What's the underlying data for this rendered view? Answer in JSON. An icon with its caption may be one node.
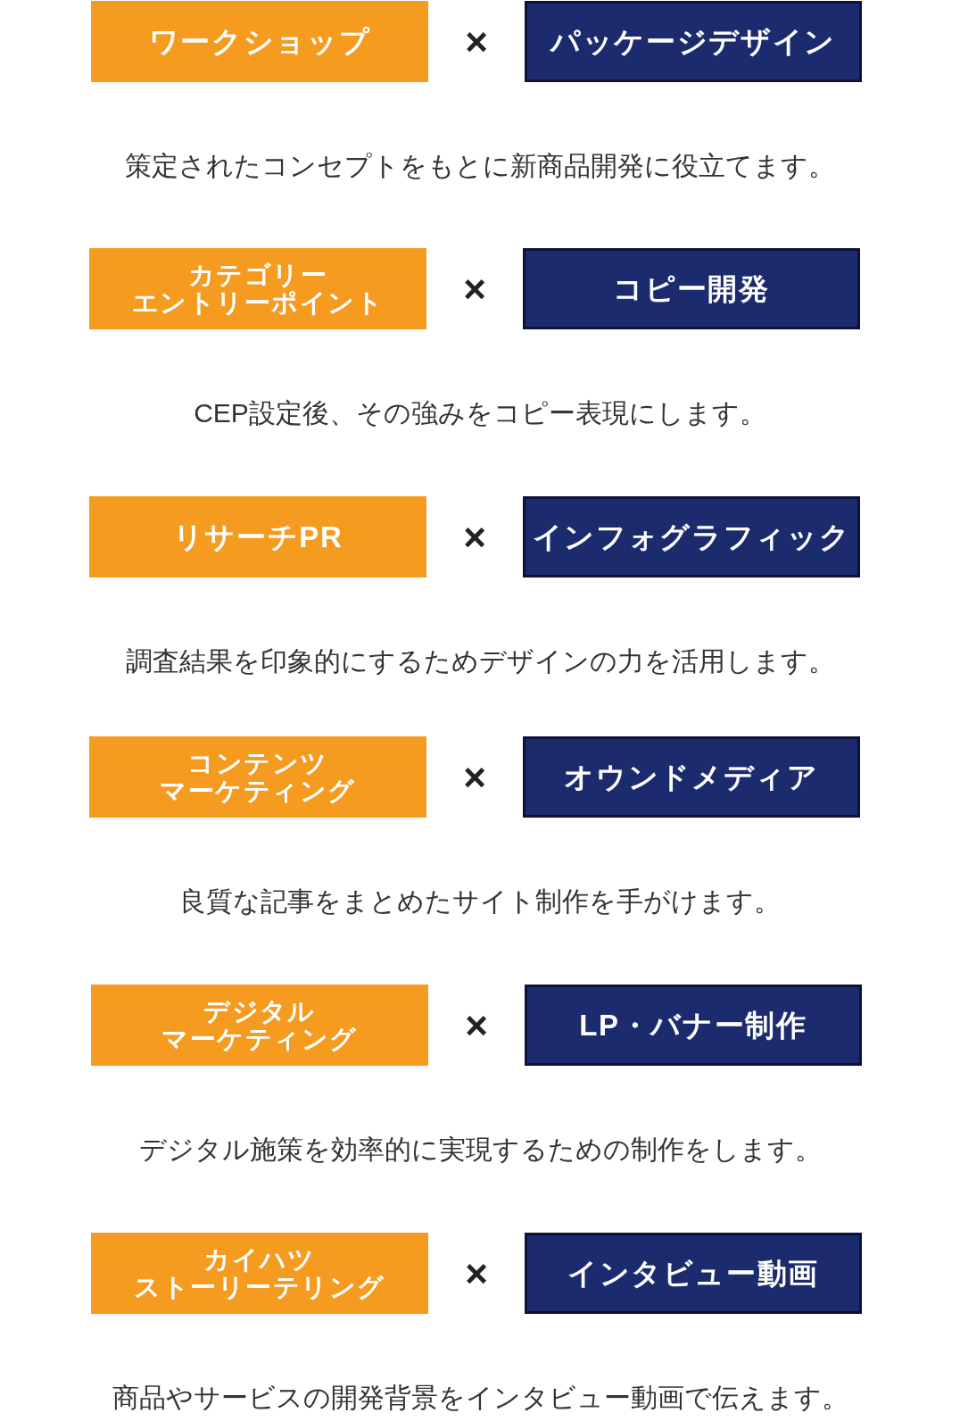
{
  "diagram": {
    "nodes": [
      {
        "text": [
          "ワークショップ"
        ]
      },
      {
        "text": [
          "パッケージデザイン"
        ]
      },
      {
        "text": [
          "カテゴリーエントリーポイント"
        ]
      },
      {
        "text": [
          "コピー開発"
        ]
      },
      {
        "text": [
          "リサーチPR"
        ]
      },
      {
        "text": [
          "インフォグラフィック"
        ]
      },
      {
        "text": [
          "コンテンツマーケティング"
        ]
      },
      {
        "text": [
          "オウンドメディア"
        ]
      },
      {
        "text": [
          "デジタルマーケティング"
        ]
      },
      {
        "text": [
          "LP・バナー制作"
        ]
      },
      {
        "text": [
          "カイハツストーリーテリング"
        ]
      },
      {
        "text": [
          "インタビュー動画"
        ]
      }
    ],
    "labels": [
      "×",
      "策定されたコンセプトをもとに新商品開発に役立てます。",
      "×",
      "CEP設定後、その強みをコピー表現にします。",
      "×",
      "調査結果を印象的にするためデザインの力を活用します。",
      "×",
      "良質な記事をまとめたサイト制作を手がけます。",
      "×",
      "デジタル施策を効率的に実現するための制作をします。",
      "×",
      "商品やサービスの開発背景をインタビュー動画で伝えます。"
    ]
  }
}
